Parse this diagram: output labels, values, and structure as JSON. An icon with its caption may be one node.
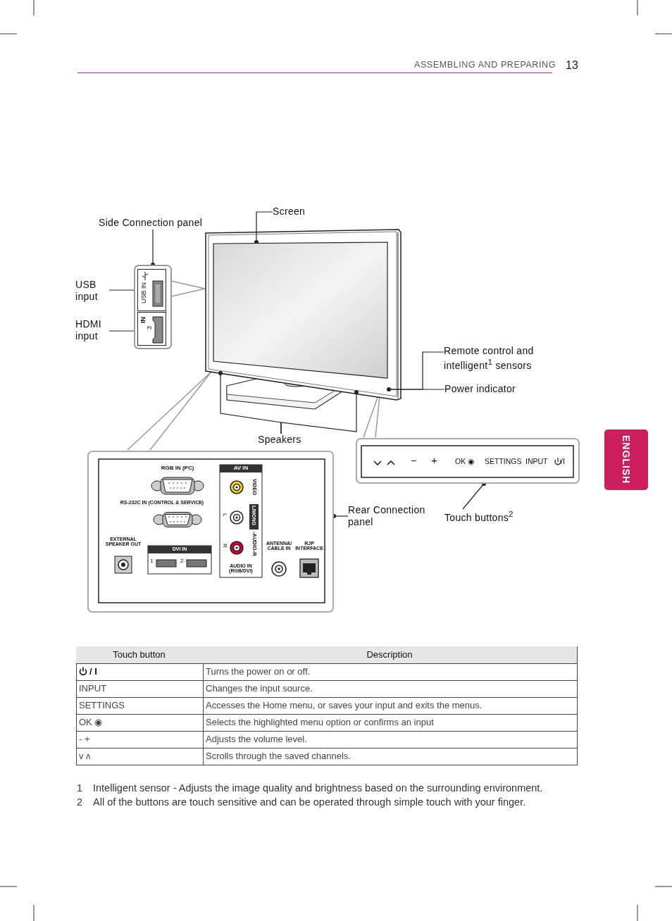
{
  "diagram": {
    "nodes": [
      {
        "text": [
          "Screen"
        ]
      },
      {
        "text": [
          "Side Connection panel"
        ]
      },
      {
        "text": [],
        "shape": "box"
      },
      {
        "text": [
          "USB IN"
        ],
        "in": 2
      },
      {
        "text": [
          "IN",
          "3"
        ],
        "in": 2
      },
      {
        "text": [
          "USB input"
        ]
      },
      {
        "text": [
          "HDMI input"
        ]
      },
      {
        "text": [],
        "shape": "box"
      },
      {
        "text": [
          "Remote control and intelligent$^{1}$ sensors"
        ]
      },
      {
        "text": [
          "Power indicator"
        ]
      },
      {
        "text": [],
        "shape": "circle"
      },
      {
        "text": [],
        "shape": "circle"
      },
      {
        "text": [],
        "shape": "circle"
      },
      {
        "text": [
          "Speakers"
        ]
      },
      {
        "text": [
          "−",
          "+",
          "OK ◉",
          "SETTINGS",
          "INPUT",
          "/I"
        ]
      },
      {
        "text": [
          "RGB IN (PC)",
          "RS-232C IN (CONTROL & SERVICE)",
          "EXTERNAL SPEAKER OUT",
          "DVI IN",
          "1",
          "2",
          "AV IN",
          "VIDEO",
          "L/MONO",
          "-AUDIO-R",
          "L",
          "R",
          "AUDIO IN (RGB/DVI)",
          "ANTENNA/ CABLE IN",
          "RJP INTERFACE"
        ]
      },
      {
        "text": [
          "Rear Connection panel"
        ]
      },
      {
        "text": [
          "Touch buttons$^{2}$"
        ]
      }
    ],
    "edges": [
      {
        "from": 1,
        "to": 2,
        "arrow": "other"
      },
      {
        "from": 0,
        "to": 7,
        "arrow": "other"
      },
      {
        "from": 5,
        "to": 3,
        "arrow": "other"
      },
      {
        "from": 6,
        "to": 4,
        "arrow": "other"
      },
      {
        "from": 8,
        "to": 10,
        "arrow": "none"
      },
      {
        "from": 9,
        "to": 10,
        "arrow": "none"
      },
      {
        "from": 13,
        "to": 11,
        "arrow": "none"
      },
      {
        "from": 13,
        "to": 12,
        "arrow": "none"
      },
      {
        "from": 16,
        "to": 15,
        "arrow": "other"
      },
      {
        "from": 17,
        "to": 14,
        "arrow": "other"
      }
    ],
    "labels": [
      "ASSEMBLING AND PREPARING",
      "13",
      "ENGLISH",
      "Touch button",
      "Description",
      "/ I",
      "Turns the power on or off.",
      "INPUT",
      "Changes the input source.",
      "SETTINGS",
      "Accesses the Home menu, or saves your input and exits the menus.",
      "OK ◉",
      "Selects the highlighted menu option or confirms an input",
      "-    +",
      "Adjusts the volume level.",
      "v  ʌ",
      "Scrolls through the saved channels.",
      "1",
      "Intelligent sensor - Adjusts the image quality and brightness based on the surrounding environment.",
      "2",
      "All of the buttons are touch sensitive and can be operated through simple touch with your finger."
    ]
  }
}
